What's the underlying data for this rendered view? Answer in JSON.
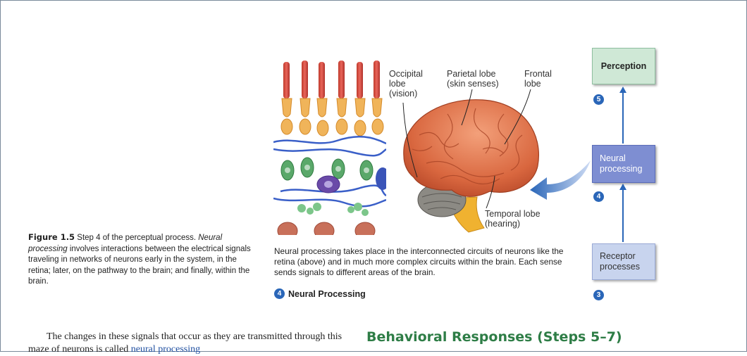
{
  "brain_labels": {
    "occipital": [
      "Occipital",
      "lobe",
      "(vision)"
    ],
    "parietal": [
      "Parietal lobe",
      "(skin senses)"
    ],
    "frontal": [
      "Frontal",
      "lobe"
    ],
    "temporal": [
      "Temporal lobe",
      "(hearing)"
    ]
  },
  "steps": {
    "perception": {
      "label": "Perception",
      "number": "5"
    },
    "neural": {
      "label_line1": "Neural",
      "label_line2": "processing",
      "number": "4"
    },
    "receptor": {
      "label_line1": "Receptor",
      "label_line2": "processes",
      "number": "3"
    }
  },
  "figure_caption": {
    "label": "Figure 1.5",
    "text_1": " Step 4 of the perceptual process. ",
    "italic_term": "Neural processing",
    "text_2": " involves interactions between the electrical signals traveling in networks of neurons early in the system, in the retina; later, on the pathway to the brain; and finally, within the brain."
  },
  "panel_description": "Neural processing takes place in the interconnected circuits of neurons like the retina (above) and in much more complex circuits within the brain. Each sense sends signals to different areas of the brain.",
  "panel_title": {
    "number": "4",
    "text": "Neural Processing"
  },
  "body": {
    "text_before": "The changes in these signals that occur as they are transmitted through this maze of neurons is called ",
    "term": "neural processing"
  },
  "section_heading": "Behavioral Responses (Steps 5–7)",
  "colors": {
    "step_number": "#2a66b8",
    "section_heading": "#2e7d46",
    "arrow": "#2a66b8"
  }
}
